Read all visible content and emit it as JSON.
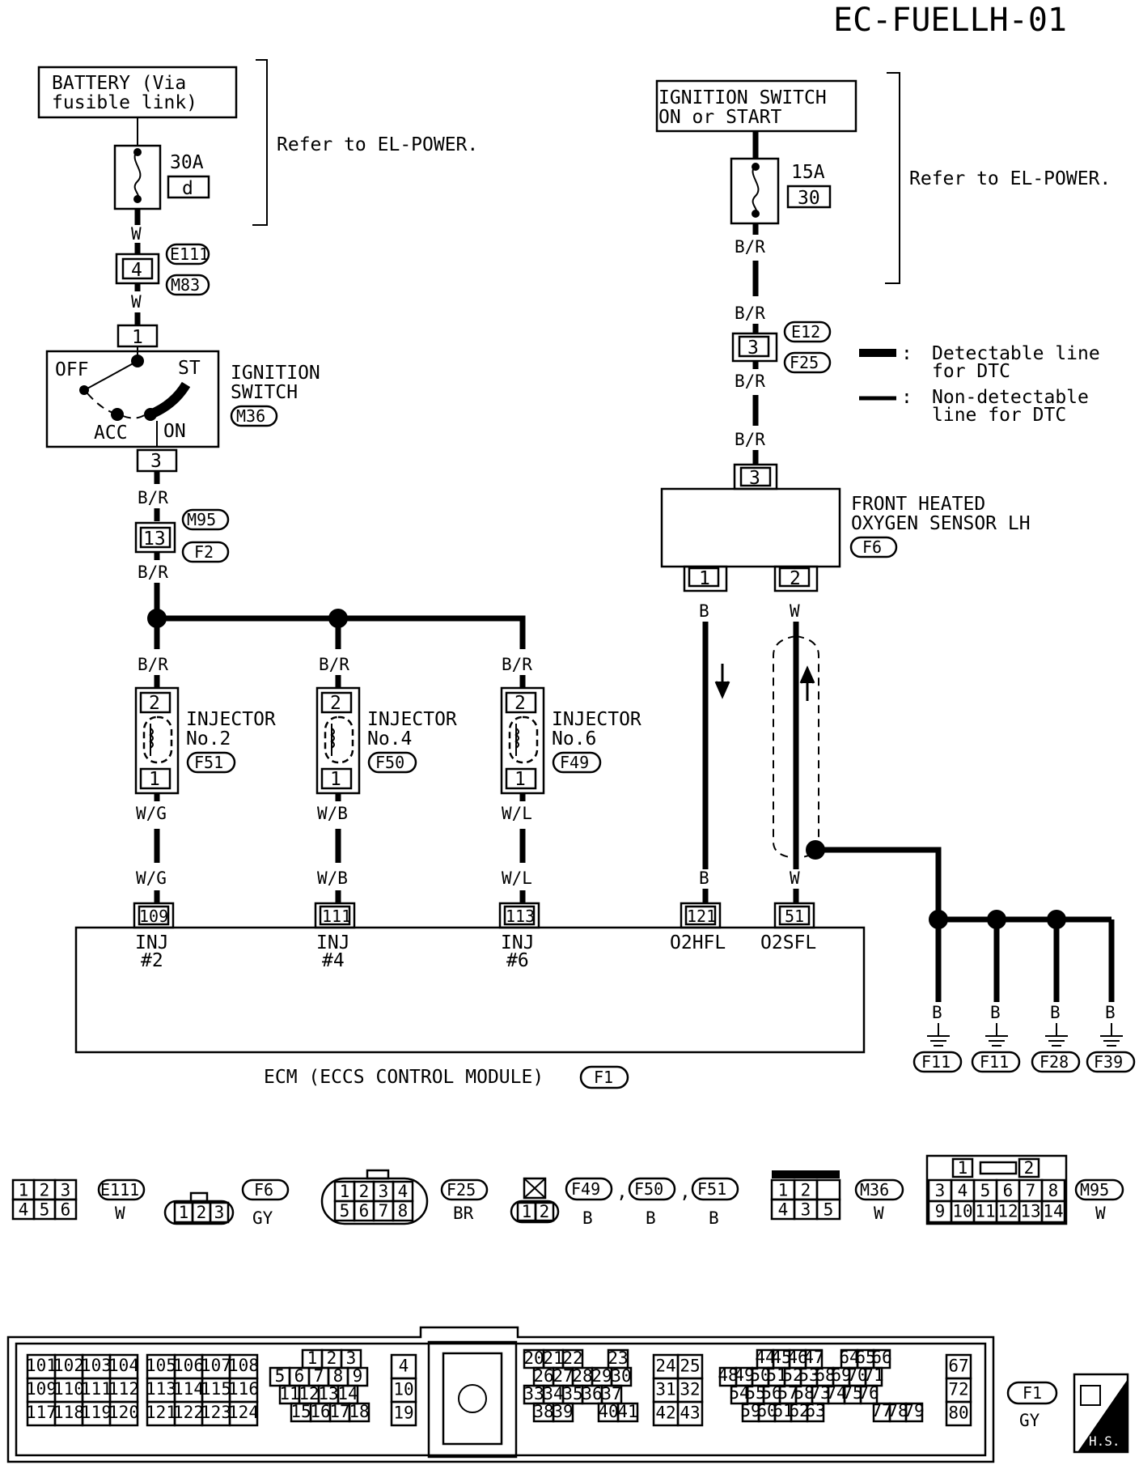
{
  "page_code": "EC-FUELLH-01",
  "battery": {
    "line1": "BATTERY (Via",
    "line2": "fusible link)",
    "fuse_amp": "30A",
    "fuse_id": "d",
    "wire": "W"
  },
  "ignition_source": {
    "line1": "IGNITION SWITCH",
    "line2": "ON or START",
    "fuse_amp": "15A",
    "fuse_id": "30",
    "wire": "B/R"
  },
  "refer_left": "Refer to EL-POWER.",
  "refer_right": "Refer to EL-POWER.",
  "conn_e111_m83": {
    "pin": "4",
    "c1": "E111",
    "c2": "M83",
    "wire_below": "W"
  },
  "ignition_switch": {
    "pin_top": "1",
    "pin_bottom": "3",
    "off": "OFF",
    "st": "ST",
    "acc": "ACC",
    "on": "ON",
    "label1": "IGNITION",
    "label2": "SWITCH",
    "conn": "M36"
  },
  "conn_m95_f2": {
    "pin": "13",
    "c1": "M95",
    "c2": "F2",
    "wire": "B/R"
  },
  "right_chain": {
    "wire": "B/R",
    "pin": "3",
    "c1": "E12",
    "c2": "F25"
  },
  "legend": {
    "detect_a": "Detectable line",
    "detect_b": "for DTC",
    "nondetect_a": "Non-detectable",
    "nondetect_b": "line for DTC",
    "colon": ":"
  },
  "o2_sensor": {
    "pin_top": "3",
    "line1": "FRONT HEATED",
    "line2": "OXYGEN SENSOR LH",
    "conn": "F6",
    "pin1": "1",
    "pin2": "2",
    "wire1": "B",
    "wire2": "W"
  },
  "injectors": [
    {
      "name": "INJECTOR",
      "num": "No.2",
      "conn": "F51",
      "pin_top": "2",
      "pin_bot": "1",
      "wire_in": "B/R",
      "wire_out": "W/G",
      "ecm_pin": "109",
      "ecm_label1": "INJ",
      "ecm_label2": "#2"
    },
    {
      "name": "INJECTOR",
      "num": "No.4",
      "conn": "F50",
      "pin_top": "2",
      "pin_bot": "1",
      "wire_in": "B/R",
      "wire_out": "W/B",
      "ecm_pin": "111",
      "ecm_label1": "INJ",
      "ecm_label2": "#4"
    },
    {
      "name": "INJECTOR",
      "num": "No.6",
      "conn": "F49",
      "pin_top": "2",
      "pin_bot": "1",
      "wire_in": "B/R",
      "wire_out": "W/L",
      "ecm_pin": "113",
      "ecm_label1": "INJ",
      "ecm_label2": "#6"
    }
  ],
  "ecm_o2": [
    {
      "wire": "B",
      "pin": "121",
      "label": "O2HFL"
    },
    {
      "wire": "W",
      "pin": "51",
      "label": "O2SFL"
    }
  ],
  "ecm_label": "ECM (ECCS CONTROL MODULE)",
  "ecm_conn": "F1",
  "grounds": [
    {
      "wire": "B",
      "conn": "F11"
    },
    {
      "wire": "B",
      "conn": "F11"
    },
    {
      "wire": "B",
      "conn": "F28"
    },
    {
      "wire": "B",
      "conn": "F39"
    }
  ],
  "connector_views": {
    "e111": {
      "row1": [
        "1",
        "2",
        "3"
      ],
      "row2": [
        "4",
        "5",
        "6"
      ],
      "id": "E111",
      "color": "W"
    },
    "f6": {
      "pins": [
        "1",
        "2",
        "3"
      ],
      "id": "F6",
      "color": "GY"
    },
    "f25": {
      "row1": [
        "1",
        "2",
        "3",
        "4"
      ],
      "row2": [
        "5",
        "6",
        "7",
        "8"
      ],
      "id": "F25",
      "color": "BR"
    },
    "inj": {
      "pins": [
        "1",
        "2"
      ],
      "ids": [
        "F49",
        "F50",
        "F51"
      ],
      "colors": [
        "B",
        "B",
        "B"
      ],
      "sep": ","
    },
    "m36": {
      "row1": [
        "1",
        "2",
        ""
      ],
      "row2": [
        "4",
        "3",
        "5"
      ],
      "id": "M36",
      "color": "W"
    },
    "m95": {
      "row0": [
        "1",
        "2"
      ],
      "row1": [
        "3",
        "4",
        "5",
        "6",
        "7",
        "8"
      ],
      "row2": [
        "9",
        "10",
        "11",
        "12",
        "13",
        "14"
      ],
      "id": "M95",
      "color": "W"
    }
  },
  "ecm_connector": {
    "block_a": [
      [
        "101",
        "102",
        "103",
        "104"
      ],
      [
        "109",
        "110",
        "111",
        "112"
      ],
      [
        "117",
        "118",
        "119",
        "120"
      ]
    ],
    "block_b": [
      [
        "105",
        "106",
        "107",
        "108"
      ],
      [
        "113",
        "114",
        "115",
        "116"
      ],
      [
        "121",
        "122",
        "123",
        "124"
      ]
    ],
    "block_c": [
      [
        "1",
        "2",
        "3"
      ],
      [
        "5",
        "6",
        "7",
        "8",
        "9"
      ],
      [
        "11",
        "12",
        "13",
        "14"
      ],
      [
        "15",
        "16",
        "17",
        "18"
      ]
    ],
    "block_d": [
      "4",
      "10",
      "19"
    ],
    "block_e": [
      [
        "20",
        "21",
        "22",
        "23"
      ],
      [
        "26",
        "27",
        "28",
        "29",
        "30"
      ],
      [
        "33",
        "34",
        "35",
        "36",
        "37"
      ],
      [
        "38",
        "39",
        "40",
        "41"
      ]
    ],
    "block_f": [
      [
        "24",
        "25"
      ],
      [
        "31",
        "32"
      ],
      [
        "42",
        "43"
      ]
    ],
    "block_g": [
      [
        "44",
        "45",
        "46",
        "47",
        "64",
        "65",
        "66"
      ],
      [
        "48",
        "49",
        "50",
        "51",
        "52",
        "53",
        "68",
        "69",
        "70",
        "71"
      ],
      [
        "54",
        "55",
        "56",
        "57",
        "58",
        "73",
        "74",
        "75",
        "76"
      ],
      [
        "59",
        "60",
        "61",
        "62",
        "63",
        "77",
        "78",
        "79"
      ]
    ],
    "block_h": [
      "67",
      "72",
      "80"
    ],
    "id": "F1",
    "color": "GY",
    "hs": "H.S."
  }
}
